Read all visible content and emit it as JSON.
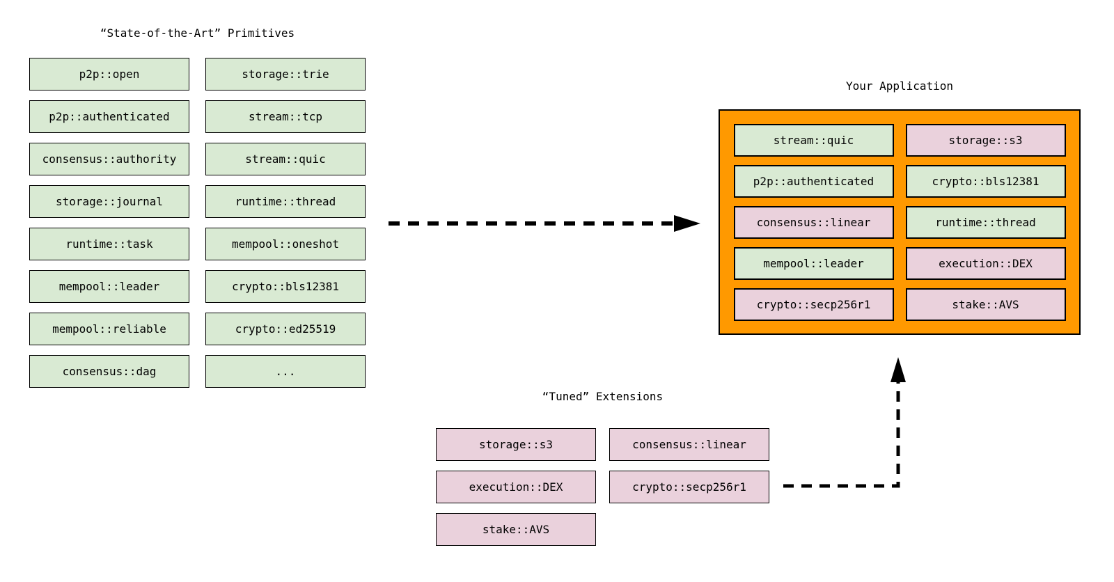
{
  "colors": {
    "primitive_fill": "#d9ead3",
    "extension_fill": "#ead1dc",
    "application_fill": "#ff9900",
    "border": "#000000",
    "arrow": "#000000",
    "background": "#ffffff"
  },
  "primitives": {
    "title": "“State-of-the-Art” Primitives",
    "col1": [
      "p2p::open",
      "p2p::authenticated",
      "consensus::authority",
      "storage::journal",
      "runtime::task",
      "mempool::leader",
      "mempool::reliable",
      "consensus::dag"
    ],
    "col2": [
      "storage::trie",
      "stream::tcp",
      "stream::quic",
      "runtime::thread",
      "mempool::oneshot",
      "crypto::bls12381",
      "crypto::ed25519",
      "..."
    ]
  },
  "application": {
    "title": "Your Application",
    "cells": [
      {
        "label": "stream::quic",
        "variant": "green"
      },
      {
        "label": "storage::s3",
        "variant": "pink"
      },
      {
        "label": "p2p::authenticated",
        "variant": "green"
      },
      {
        "label": "crypto::bls12381",
        "variant": "green"
      },
      {
        "label": "consensus::linear",
        "variant": "pink"
      },
      {
        "label": "runtime::thread",
        "variant": "green"
      },
      {
        "label": "mempool::leader",
        "variant": "green"
      },
      {
        "label": "execution::DEX",
        "variant": "pink"
      },
      {
        "label": "crypto::secp256r1",
        "variant": "pink"
      },
      {
        "label": "stake::AVS",
        "variant": "pink"
      }
    ]
  },
  "extensions": {
    "title": "“Tuned” Extensions",
    "col1": [
      "storage::s3",
      "execution::DEX",
      "stake::AVS"
    ],
    "col2": [
      "consensus::linear",
      "crypto::secp256r1"
    ]
  },
  "arrows": [
    {
      "from": "state-of-the-art-primitives",
      "to": "your-application",
      "style": "dashed"
    },
    {
      "from": "tuned-extensions",
      "to": "your-application",
      "style": "dashed-elbow"
    }
  ]
}
